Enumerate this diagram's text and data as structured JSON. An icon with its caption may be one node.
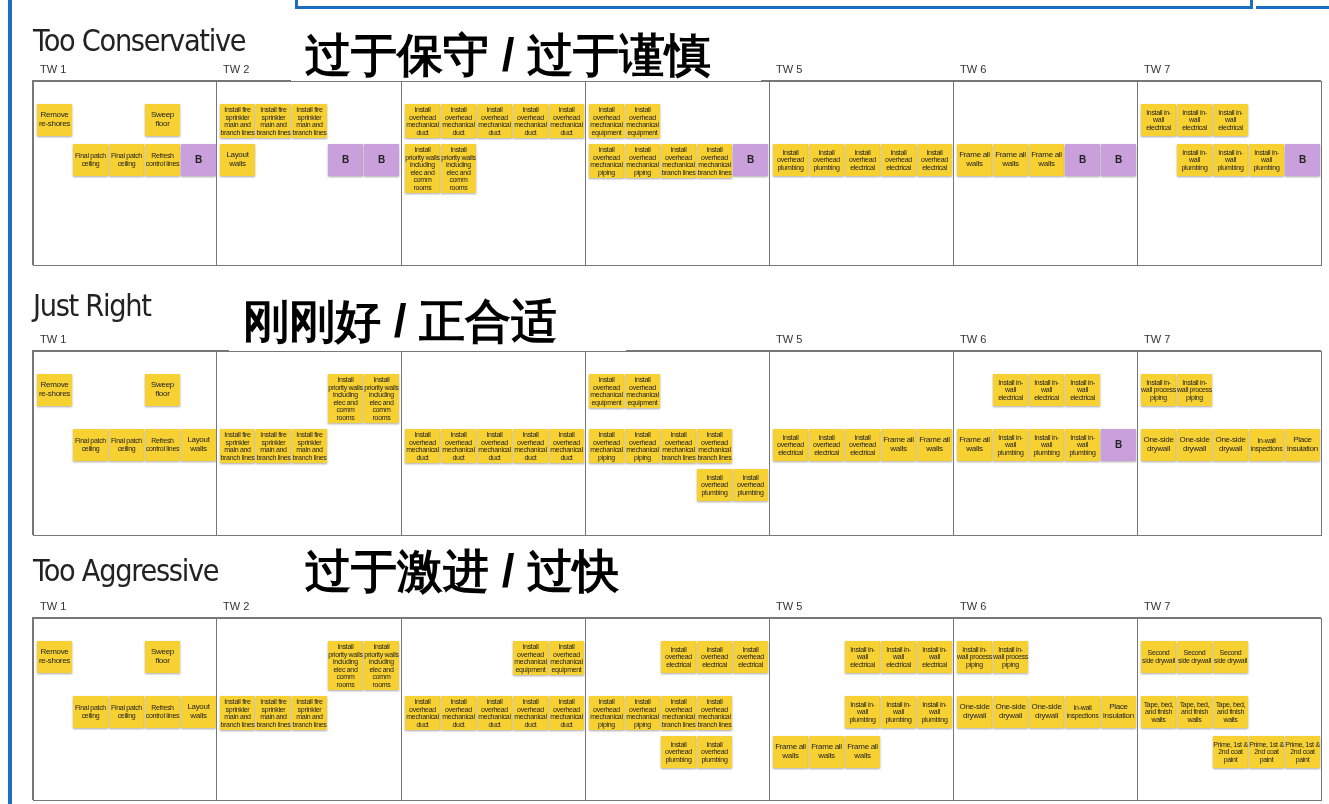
{
  "diagram": {
    "nodes": [
      {
        "text": [
          "Too Conservative",
          "过于保守 / 过于谨慎"
        ]
      },
      {
        "text": [
          "TW 1"
        ],
        "in": 0
      },
      {
        "text": [
          "Remove re-shores"
        ],
        "in": 1
      },
      {
        "text": [
          "Sweep floor"
        ],
        "in": 1
      },
      {
        "text": [
          "Final patch ceiling"
        ],
        "in": 1
      },
      {
        "text": [
          "Final patch ceiling"
        ],
        "in": 1
      },
      {
        "text": [
          "Refresh control lines"
        ],
        "in": 1
      },
      {
        "text": [
          "B"
        ],
        "in": 1
      },
      {
        "text": [
          "TW 2"
        ],
        "in": 0
      },
      {
        "text": [
          "Install fire sprinkler main and branch lines"
        ],
        "in": 8
      },
      {
        "text": [
          "Install fire sprinkler main and branch lines"
        ],
        "in": 8
      },
      {
        "text": [
          "Install fire sprinkler main and branch lines"
        ],
        "in": 8
      },
      {
        "text": [
          "Layout walls"
        ],
        "in": 8
      },
      {
        "text": [
          "B"
        ],
        "in": 8
      },
      {
        "text": [
          "B"
        ],
        "in": 8
      },
      {
        "text": [],
        "shape": "box",
        "in": 0
      },
      {
        "text": [
          "Install overhead mechanical duct"
        ],
        "in": 15
      },
      {
        "text": [
          "Install overhead mechanical duct"
        ],
        "in": 15
      },
      {
        "text": [
          "Install overhead mechanical duct"
        ],
        "in": 15
      },
      {
        "text": [
          "Install overhead mechanical duct"
        ],
        "in": 15
      },
      {
        "text": [
          "Install overhead mechanical duct"
        ],
        "in": 15
      },
      {
        "text": [
          "Install priority walls including elec and comm rooms"
        ],
        "in": 15
      },
      {
        "text": [
          "Install priority walls including elec and comm rooms"
        ],
        "in": 15
      },
      {
        "text": [],
        "shape": "box",
        "in": 0
      },
      {
        "text": [
          "Install overhead mechanical equipment"
        ],
        "in": 23
      },
      {
        "text": [
          "Install overhead mechanical equipment"
        ],
        "in": 23
      },
      {
        "text": [
          "Install overhead mechanical piping"
        ],
        "in": 23
      },
      {
        "text": [
          "Install overhead mechanical piping"
        ],
        "in": 23
      },
      {
        "text": [
          "Install overhead mechanical branch lines"
        ],
        "in": 23
      },
      {
        "text": [
          "Install overhead mechanical branch lines"
        ],
        "in": 23
      },
      {
        "text": [
          "B"
        ],
        "in": 23
      },
      {
        "text": [
          "TW 5"
        ],
        "in": 0
      },
      {
        "text": [
          "Install overhead plumbing"
        ],
        "in": 31
      },
      {
        "text": [
          "Install overhead plumbing"
        ],
        "in": 31
      },
      {
        "text": [
          "Install overhead electrical"
        ],
        "in": 31
      },
      {
        "text": [
          "Install overhead electrical"
        ],
        "in": 31
      },
      {
        "text": [
          "Install overhead electrical"
        ],
        "in": 31
      },
      {
        "text": [
          "TW 6"
        ],
        "in": 0
      },
      {
        "text": [
          "Frame all walls"
        ],
        "in": 37
      },
      {
        "text": [
          "Frame all walls"
        ],
        "in": 37
      },
      {
        "text": [
          "Frame all walls"
        ],
        "in": 37
      },
      {
        "text": [
          "B"
        ],
        "in": 37
      },
      {
        "text": [
          "B"
        ],
        "in": 37
      },
      {
        "text": [
          "TW 7"
        ],
        "in": 0
      },
      {
        "text": [
          "Install in-wall electrical"
        ],
        "in": 43
      },
      {
        "text": [
          "Install in-wall electrical"
        ],
        "in": 43
      },
      {
        "text": [
          "Install in-wall electrical"
        ],
        "in": 43
      },
      {
        "text": [
          "Install in-wall plumbing"
        ],
        "in": 43
      },
      {
        "text": [
          "Install in-wall plumbing"
        ],
        "in": 43
      },
      {
        "text": [
          "Install in-wall plumbing"
        ],
        "in": 43
      },
      {
        "text": [
          "B"
        ],
        "in": 43
      },
      {
        "text": [
          "Just Right",
          "刚刚好 / 正合适"
        ]
      },
      {
        "text": [
          "TW 1"
        ],
        "in": 51
      },
      {
        "text": [
          "Remove re-shores"
        ],
        "in": 52
      },
      {
        "text": [
          "Sweep floor"
        ],
        "in": 52
      },
      {
        "text": [
          "Final patch ceiling"
        ],
        "in": 52
      },
      {
        "text": [
          "Final patch ceiling"
        ],
        "in": 52
      },
      {
        "text": [
          "Refresh control lines"
        ],
        "in": 52
      },
      {
        "text": [
          "Layout walls"
        ],
        "in": 52
      },
      {
        "text": [],
        "shape": "box",
        "in": 51
      },
      {
        "text": [
          "Install priority walls including elec and comm rooms"
        ],
        "in": 59
      },
      {
        "text": [
          "Install priority walls including elec and comm rooms"
        ],
        "in": 59
      },
      {
        "text": [
          "Install fire sprinkler main and branch lines"
        ],
        "in": 59
      },
      {
        "text": [
          "Install fire sprinkler main and branch lines"
        ],
        "in": 59
      },
      {
        "text": [
          "Install fire sprinkler main and branch lines"
        ],
        "in": 59
      },
      {
        "text": [],
        "shape": "box",
        "in": 51
      },
      {
        "text": [
          "Install overhead mechanical duct"
        ],
        "in": 65
      },
      {
        "text": [
          "Install overhead mechanical duct"
        ],
        "in": 65
      },
      {
        "text": [
          "Install overhead mechanical duct"
        ],
        "in": 65
      },
      {
        "text": [
          "Install overhead mechanical duct"
        ],
        "in": 65
      },
      {
        "text": [
          "Install overhead mechanical duct"
        ],
        "in": 65
      },
      {
        "text": [],
        "shape": "box",
        "in": 51
      },
      {
        "text": [
          "Install overhead mechanical equipment"
        ],
        "in": 71
      },
      {
        "text": [
          "Install overhead mechanical equipment"
        ],
        "in": 71
      },
      {
        "text": [
          "Install overhead mechanical piping"
        ],
        "in": 71
      },
      {
        "text": [
          "Install overhead mechanical piping"
        ],
        "in": 71
      },
      {
        "text": [
          "Install overhead mechanical branch lines"
        ],
        "in": 71
      },
      {
        "text": [
          "Install overhead mechanical branch lines"
        ],
        "in": 71
      },
      {
        "text": [
          "Install overhead plumbing"
        ],
        "in": 71
      },
      {
        "text": [
          "Install overhead plumbing"
        ],
        "in": 71
      },
      {
        "text": [
          "TW 5"
        ],
        "in": 51
      },
      {
        "text": [
          "Install overhead electrical"
        ],
        "in": 80
      },
      {
        "text": [
          "Install overhead electrical"
        ],
        "in": 80
      },
      {
        "text": [
          "Install overhead electrical"
        ],
        "in": 80
      },
      {
        "text": [
          "Frame all walls"
        ],
        "in": 80
      },
      {
        "text": [
          "Frame all walls"
        ],
        "in": 80
      },
      {
        "text": [
          "TW 6"
        ],
        "in": 51
      },
      {
        "text": [
          "Install in-wall electrical"
        ],
        "in": 86
      },
      {
        "text": [
          "Install in-wall electrical"
        ],
        "in": 86
      },
      {
        "text": [
          "Install in-wall electrical"
        ],
        "in": 86
      },
      {
        "text": [
          "Frame all walls"
        ],
        "in": 86
      },
      {
        "text": [
          "Install in-wall plumbing"
        ],
        "in": 86
      },
      {
        "text": [
          "Install in-wall plumbing"
        ],
        "in": 86
      },
      {
        "text": [
          "Install in-wall plumbing"
        ],
        "in": 86
      },
      {
        "text": [
          "B"
        ],
        "in": 86
      },
      {
        "text": [
          "TW 7"
        ],
        "in": 51
      },
      {
        "text": [
          "Install in-wall process piping"
        ],
        "in": 95
      },
      {
        "text": [
          "Install in-wall process piping"
        ],
        "in": 95
      },
      {
        "text": [
          "One-side drywall"
        ],
        "in": 95
      },
      {
        "text": [
          "One-side drywall"
        ],
        "in": 95
      },
      {
        "text": [
          "One-side drywall"
        ],
        "in": 95
      },
      {
        "text": [
          "In-wall inspections"
        ],
        "in": 95
      },
      {
        "text": [
          "Place insulation"
        ],
        "in": 95
      },
      {
        "text": [
          "Too Aggressive",
          "过于激进 / 过快"
        ]
      },
      {
        "text": [
          "TW 1"
        ],
        "in": 103
      },
      {
        "text": [
          "Remove re-shores"
        ],
        "in": 104
      },
      {
        "text": [
          "Sweep floor"
        ],
        "in": 104
      },
      {
        "text": [
          "Final patch ceiling"
        ],
        "in": 104
      },
      {
        "text": [
          "Final patch ceiling"
        ],
        "in": 104
      },
      {
        "text": [
          "Refresh control lines"
        ],
        "in": 104
      },
      {
        "text": [
          "Layout walls"
        ],
        "in": 104
      },
      {
        "text": [
          "TW 2"
        ],
        "in": 103
      },
      {
        "text": [
          "Install priority walls including elec and comm rooms"
        ],
        "in": 111
      },
      {
        "text": [
          "Install priority walls including elec and comm rooms"
        ],
        "in": 111
      },
      {
        "text": [
          "Install fire sprinkler main and branch lines"
        ],
        "in": 111
      },
      {
        "text": [
          "Install fire sprinkler main and branch lines"
        ],
        "in": 111
      },
      {
        "text": [
          "Install fire sprinkler main and branch lines"
        ],
        "in": 111
      },
      {
        "text": [],
        "shape": "box",
        "in": 103
      },
      {
        "text": [
          "Install overhead mechanical equipment"
        ],
        "in": 117
      },
      {
        "text": [
          "Install overhead mechanical equipment"
        ],
        "in": 117
      },
      {
        "text": [
          "Install overhead mechanical duct"
        ],
        "in": 117
      },
      {
        "text": [
          "Install overhead mechanical duct"
        ],
        "in": 117
      },
      {
        "text": [
          "Install overhead mechanical duct"
        ],
        "in": 117
      },
      {
        "text": [
          "Install overhead mechanical duct"
        ],
        "in": 117
      },
      {
        "text": [
          "Install overhead mechanical duct"
        ],
        "in": 117
      },
      {
        "text": [],
        "shape": "box",
        "in": 103
      },
      {
        "text": [
          "Install overhead electrical"
        ],
        "in": 125
      },
      {
        "text": [
          "Install overhead electrical"
        ],
        "in": 125
      },
      {
        "text": [
          "Install overhead electrical"
        ],
        "in": 125
      },
      {
        "text": [
          "Install overhead mechanical piping"
        ],
        "in": 125
      },
      {
        "text": [
          "Install overhead mechanical piping"
        ],
        "in": 125
      },
      {
        "text": [
          "Install overhead mechanical branch lines"
        ],
        "in": 125
      },
      {
        "text": [
          "Install overhead mechanical branch lines"
        ],
        "in": 125
      },
      {
        "text": [
          "Install overhead plumbing"
        ],
        "in": 125
      },
      {
        "text": [
          "Install overhead plumbing"
        ],
        "in": 125
      },
      {
        "text": [
          "TW 5"
        ],
        "in": 103
      },
      {
        "text": [
          "Install in-wall electrical"
        ],
        "in": 135
      },
      {
        "text": [
          "Install in-wall electrical"
        ],
        "in": 135
      },
      {
        "text": [
          "Install in-wall electrical"
        ],
        "in": 135
      },
      {
        "text": [
          "Install in-wall plumbing"
        ],
        "in": 135
      },
      {
        "text": [
          "Install in-wall plumbing"
        ],
        "in": 135
      },
      {
        "text": [
          "Install in-wall plumbing"
        ],
        "in": 135
      },
      {
        "text": [
          "Frame all walls"
        ],
        "in": 135
      },
      {
        "text": [
          "Frame all walls"
        ],
        "in": 135
      },
      {
        "text": [
          "Frame all walls"
        ],
        "in": 135
      },
      {
        "text": [
          "TW 6"
        ],
        "in": 103
      },
      {
        "text": [
          "Install in-wall process piping"
        ],
        "in": 145
      },
      {
        "text": [
          "Install in-wall process piping"
        ],
        "in": 145
      },
      {
        "text": [
          "One-side drywall"
        ],
        "in": 145
      },
      {
        "text": [
          "One-side drywall"
        ],
        "in": 145
      },
      {
        "text": [
          "One-side drywall"
        ],
        "in": 145
      },
      {
        "text": [
          "In-wall inspections"
        ],
        "in": 145
      },
      {
        "text": [
          "Place insulation"
        ],
        "in": 145
      },
      {
        "text": [
          "TW 7"
        ],
        "in": 103
      },
      {
        "text": [
          "Second side drywall"
        ],
        "in": 153
      },
      {
        "text": [
          "Second side drywall"
        ],
        "in": 153
      },
      {
        "text": [
          "Second side drywall"
        ],
        "in": 153
      },
      {
        "text": [
          "Tape, bed, and finish walls"
        ],
        "in": 153
      },
      {
        "text": [
          "Tape, bed, and finish walls"
        ],
        "in": 153
      },
      {
        "text": [
          "Tape, bed, and finish walls"
        ],
        "in": 153
      },
      {
        "text": [
          "Prime, 1st & 2nd coat paint"
        ],
        "in": 153
      },
      {
        "text": [
          "Prime, 1st & 2nd coat paint"
        ],
        "in": 153
      },
      {
        "text": [
          "Prime, 1st & 2nd coat paint"
        ],
        "in": 153
      }
    ]
  }
}
